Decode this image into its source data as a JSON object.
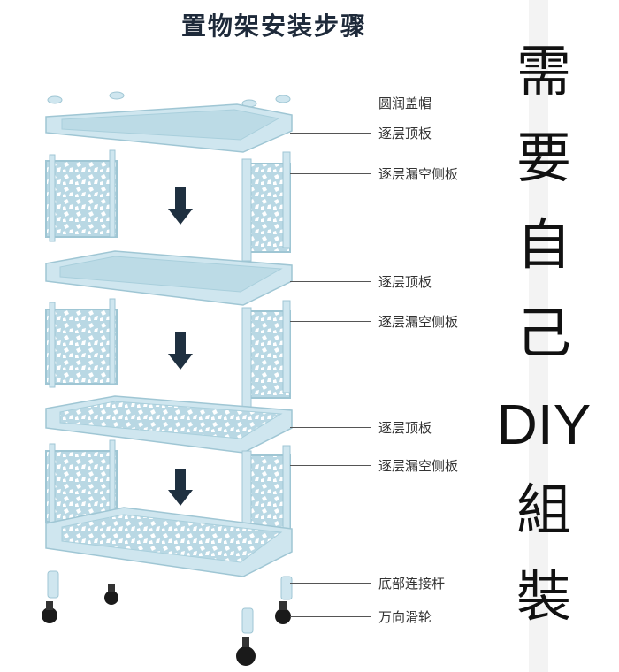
{
  "title": "置物架安装步骤",
  "labels": {
    "cap": "圆润盖帽",
    "top_board_1": "逐层顶板",
    "side_panel_1": "逐层漏空侧板",
    "top_board_2": "逐层顶板",
    "side_panel_2": "逐层漏空侧板",
    "top_board_3": "逐层顶板",
    "side_panel_3": "逐层漏空侧板",
    "connector": "底部连接杆",
    "caster": "万向滑轮"
  },
  "side_text": [
    "需",
    "要",
    "自",
    "己",
    "DIY",
    "組",
    "裝"
  ],
  "colors": {
    "shelf": "#cfe6ef",
    "shelf_edge": "#9fc6d4",
    "arrow": "#1f3040",
    "wheel": "#1a1a1a"
  },
  "icons": [
    "down-arrow-icon",
    "down-arrow-icon",
    "down-arrow-icon"
  ]
}
